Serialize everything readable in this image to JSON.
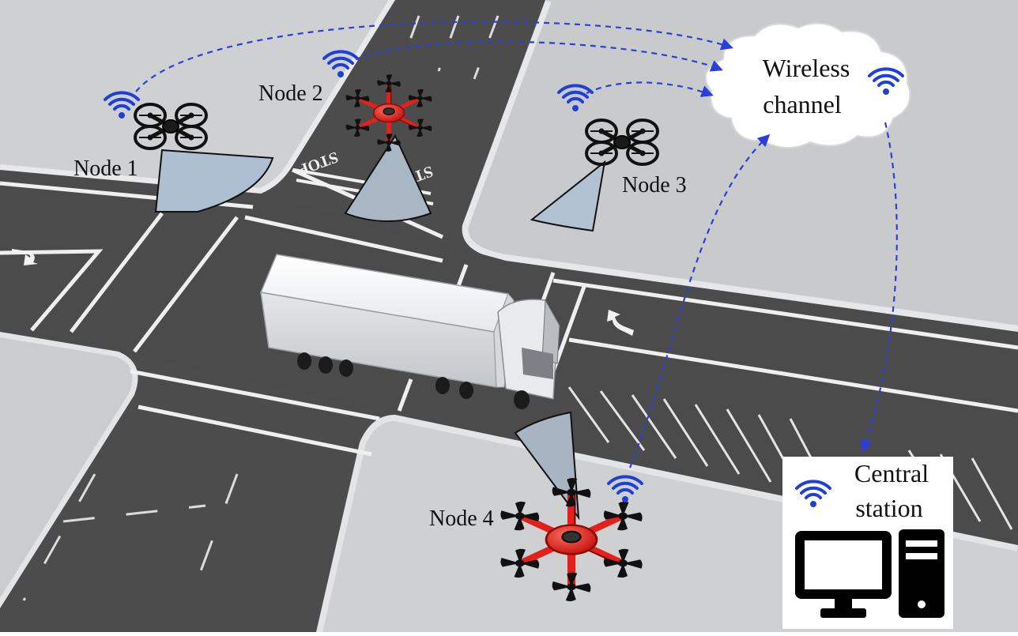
{
  "labels": {
    "node1": "Node 1",
    "node2": "Node 2",
    "node3": "Node 3",
    "node4": "Node 4",
    "cloud_line1": "Wireless",
    "cloud_line2": "channel",
    "station_line1": "Central",
    "station_line2": "station"
  },
  "road_markings": {
    "stop": "STOP"
  },
  "colors": {
    "ground": "#d2d3d5",
    "road": "#4c4c4d",
    "sidewalk": "#c8c9cb",
    "curb": "#e4e5e7",
    "lane_marking": "#f2f2f2",
    "sensor_cone": "#aebfd2",
    "link_arrow": "#2a3fd8",
    "wifi": "#1f3fd6",
    "drone_red": "#e3201b",
    "drone_black": "#111111",
    "computer_icon": "#000000"
  },
  "icons": {
    "drone_quad": "quadcopter-icon",
    "drone_hex": "hexacopter-icon",
    "wifi": "wifi-icon",
    "computer": "desktop-computer-icon",
    "truck": "truck"
  }
}
